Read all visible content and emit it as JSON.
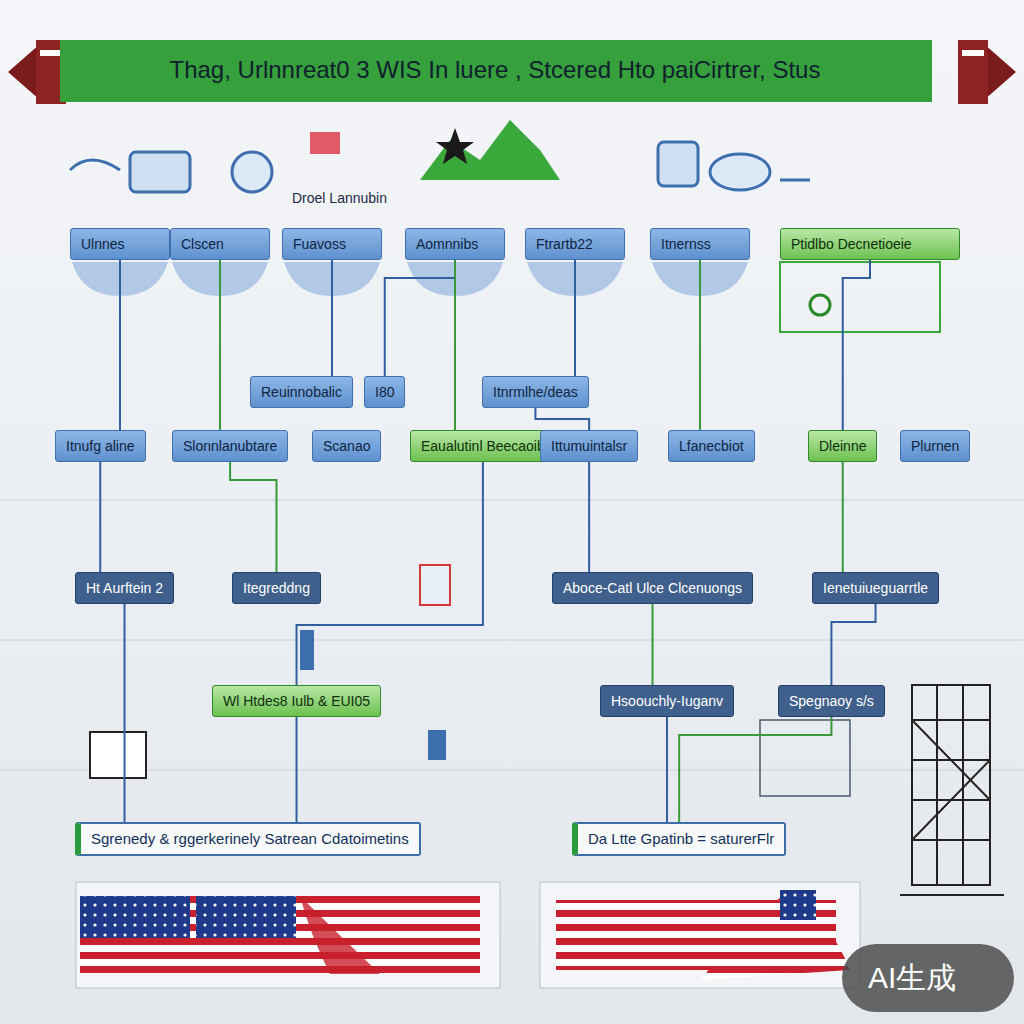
{
  "diagram": {
    "title": "Thag, Urlnnreat0 3 WIS In luere , Stcered Hto paiCirtrer, Stus",
    "nodes": [
      {
        "text": [
          "Ulnnes"
        ]
      },
      {
        "text": [
          "Clscen"
        ]
      },
      {
        "text": [
          "Fuavoss"
        ]
      },
      {
        "text": [
          "Aomnnibs"
        ]
      },
      {
        "text": [
          "Ftrartb22"
        ]
      },
      {
        "text": [
          "Itnernss"
        ]
      },
      {
        "text": [
          "Ptidlbo Decnetioeie"
        ]
      },
      {
        "text": [
          "Reuinnobalic"
        ]
      },
      {
        "text": [
          "I80"
        ]
      },
      {
        "text": [
          "Itnrmlhe/deas"
        ]
      },
      {
        "text": [
          "Itnufg aline"
        ]
      },
      {
        "text": [
          "Slonnlanubtare"
        ]
      },
      {
        "text": [
          "Scanao"
        ]
      },
      {
        "text": [
          "Eaualutinl Beecaoib"
        ]
      },
      {
        "text": [
          "Ittumuintalsr"
        ]
      },
      {
        "text": [
          "Lfanecbiot"
        ]
      },
      {
        "text": [
          "Dleinne"
        ]
      },
      {
        "text": [
          "Plurnen"
        ]
      },
      {
        "text": [
          "Ht Aurftein 2"
        ]
      },
      {
        "text": [
          "Itegreddng"
        ]
      },
      {
        "text": [
          "Aboce-Catl Ulce Clcenuongs"
        ]
      },
      {
        "text": [
          "Ienetuiueguarrtle"
        ]
      },
      {
        "text": [
          "Wl Htdes8 Iulb & EUI05"
        ]
      },
      {
        "text": [
          "Hsoouchly-Iuganv"
        ]
      },
      {
        "text": [
          "Spegnaoy s/s"
        ]
      },
      {
        "text": [
          "Sgrenedy & rggerkerinely Satrean Cdatoimetins"
        ]
      },
      {
        "text": [
          "Da Ltte Gpatinb = saturerFlr"
        ]
      }
    ],
    "edges": [
      {
        "from": 0,
        "to": 10,
        "arrow": "none"
      },
      {
        "from": 1,
        "to": 11,
        "arrow": "none"
      },
      {
        "from": 2,
        "to": 7,
        "arrow": "none"
      },
      {
        "from": 3,
        "to": 8,
        "arrow": "none"
      },
      {
        "from": 3,
        "to": 13,
        "arrow": "none"
      },
      {
        "from": 4,
        "to": 9,
        "arrow": "none"
      },
      {
        "from": 9,
        "to": 14,
        "arrow": "none"
      },
      {
        "from": 5,
        "to": 15,
        "arrow": "none"
      },
      {
        "from": 6,
        "to": 16,
        "arrow": "none"
      },
      {
        "from": 10,
        "to": 18,
        "arrow": "none"
      },
      {
        "from": 11,
        "to": 19,
        "arrow": "none"
      },
      {
        "from": 13,
        "to": 22,
        "arrow": "none"
      },
      {
        "from": 14,
        "to": 20,
        "arrow": "none"
      },
      {
        "from": 16,
        "to": 21,
        "arrow": "none"
      },
      {
        "from": 18,
        "to": 25,
        "arrow": "none"
      },
      {
        "from": 22,
        "to": 25,
        "arrow": "none"
      },
      {
        "from": 20,
        "to": 23,
        "arrow": "none"
      },
      {
        "from": 21,
        "to": 24,
        "arrow": "none"
      },
      {
        "from": 23,
        "to": 26,
        "arrow": "none"
      },
      {
        "from": 24,
        "to": 26,
        "arrow": "none"
      }
    ],
    "labels": [
      "Droel Lannubin",
      "AI生成"
    ]
  }
}
